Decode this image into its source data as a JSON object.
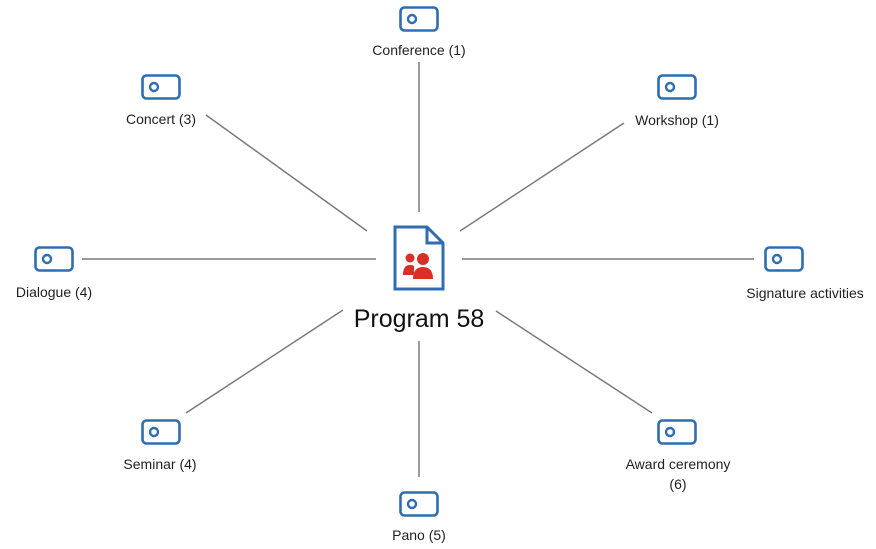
{
  "center": {
    "label": "Program 58",
    "icon": "program-document-icon"
  },
  "nodes": [
    {
      "id": "conference",
      "label": "Conference (1)",
      "icon": "tag-icon"
    },
    {
      "id": "workshop",
      "label": "Workshop (1)",
      "icon": "tag-icon"
    },
    {
      "id": "signature-activities",
      "label": "Signature activities",
      "icon": "tag-icon"
    },
    {
      "id": "award-ceremony",
      "label_line1": "Award ceremony",
      "label_line2": "(6)",
      "icon": "tag-icon"
    },
    {
      "id": "pano",
      "label": "Pano (5)",
      "icon": "tag-icon"
    },
    {
      "id": "seminar",
      "label": "Seminar (4)",
      "icon": "tag-icon"
    },
    {
      "id": "dialogue",
      "label": "Dialogue (4)",
      "icon": "tag-icon"
    },
    {
      "id": "concert",
      "label": "Concert (3)",
      "icon": "tag-icon"
    }
  ],
  "colors": {
    "icon_blue": "#2f6db2",
    "accent_red": "#d93025",
    "line_gray": "#7a7a7a"
  }
}
